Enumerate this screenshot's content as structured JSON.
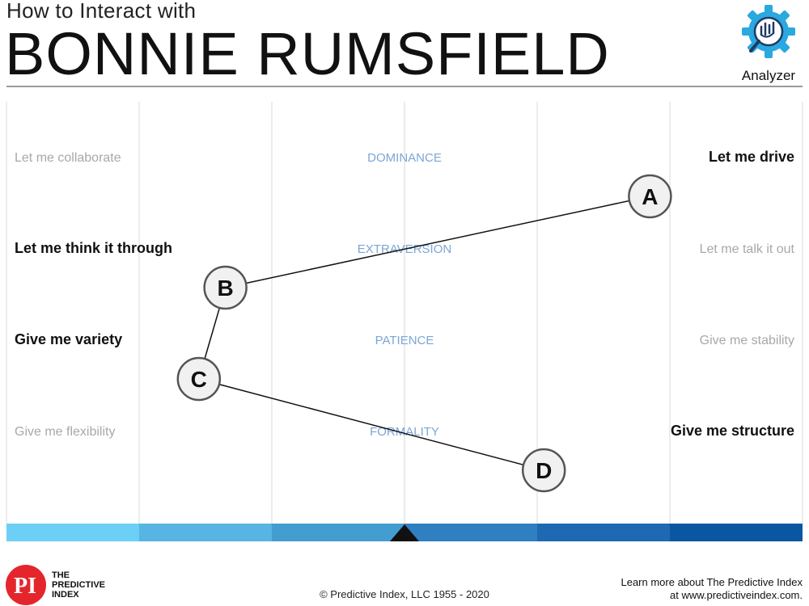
{
  "header": {
    "subtitle": "How to Interact with",
    "name": "BONNIE RUMSFIELD",
    "analyzer_label": "Analyzer",
    "analyzer_icon": "gear-profile-icon"
  },
  "rows": [
    {
      "factor": "DOMINANCE",
      "left": "Let me collaborate",
      "right": "Let me drive",
      "bold_side": "right"
    },
    {
      "factor": "EXTRAVERSION",
      "left": "Let me think it through",
      "right": "Let me talk it out",
      "bold_side": "left"
    },
    {
      "factor": "PATIENCE",
      "left": "Give me variety",
      "right": "Give me stability",
      "bold_side": "left"
    },
    {
      "factor": "FORMALITY",
      "left": "Give me flexibility",
      "right": "Give me structure",
      "bold_side": "right"
    }
  ],
  "chart_data": {
    "type": "scatter",
    "xlim": [
      0,
      6
    ],
    "grid_columns": 6,
    "points": [
      {
        "label": "A",
        "factor": "DOMINANCE",
        "x": 4.85
      },
      {
        "label": "B",
        "factor": "EXTRAVERSION",
        "x": 1.65
      },
      {
        "label": "C",
        "factor": "PATIENCE",
        "x": 1.45
      },
      {
        "label": "D",
        "factor": "FORMALITY",
        "x": 4.05
      }
    ],
    "points_connected": true,
    "scale_marker": 3
  },
  "scale_colors": [
    "#6ccff6",
    "#57b4e3",
    "#449dd1",
    "#2f7fc1",
    "#1e69b1",
    "#0b56a1"
  ],
  "colors": {
    "factor_label": "#7aa7d6",
    "muted_text": "#a8a8a8",
    "bold_text": "#111111",
    "grid": "#d8d8d8",
    "logo_red": "#e4262c"
  },
  "footer": {
    "logo_mark": "PI",
    "brand_line1": "THE",
    "brand_line2": "PREDICTIVE",
    "brand_line3": "INDEX",
    "copyright": "© Predictive Index, LLC 1955 - 2020",
    "learn_line1": "Learn more about The Predictive Index",
    "learn_line2": "at www.predictiveindex.com."
  }
}
